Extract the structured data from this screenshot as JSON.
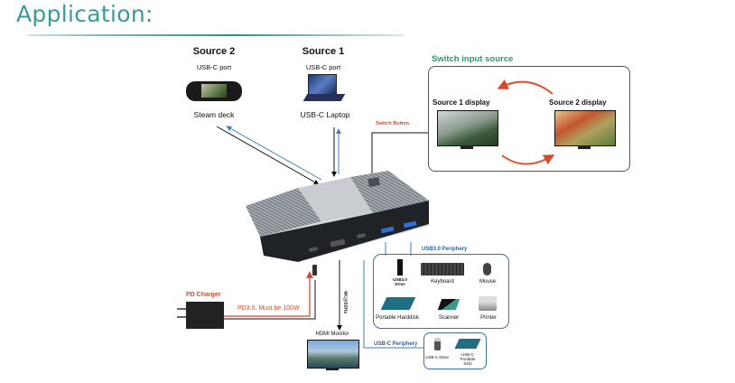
{
  "title": "Application:",
  "sources": {
    "source2": {
      "heading": "Source 2",
      "port": "USB-C port",
      "device": "Steam deck"
    },
    "source1": {
      "heading": "Source 1",
      "port": "USB-C port",
      "device": "USB-C Laptop"
    }
  },
  "switch_button_label": "Switch Button",
  "switch_panel": {
    "heading": "Switch input source",
    "display1": "Source 1 display",
    "display2": "Source 2 display"
  },
  "charger": {
    "label": "PD Charger",
    "cable_label": "PD3.0, Must be 100W"
  },
  "hdmi": {
    "resolution": "4K@60Hz",
    "monitor_label": "HDMI Monitor"
  },
  "usb3_periphery": {
    "heading": "USB3.0 Periphery",
    "items": [
      "USB3.0 Drive",
      "Keyboard",
      "Mouse",
      "Portable Harddisk",
      "Scanner",
      "Printer"
    ]
  },
  "usbc_periphery": {
    "heading": "USB-C Periphery",
    "items": [
      "USB-C Drive",
      "USB-C Portable SSD"
    ]
  },
  "colors": {
    "title": "#3a9a98",
    "accent_green": "#2a9a6a",
    "red": "#d9472b",
    "blue_line": "#3d7fc0",
    "periphery_blue": "#3d6fa8"
  }
}
